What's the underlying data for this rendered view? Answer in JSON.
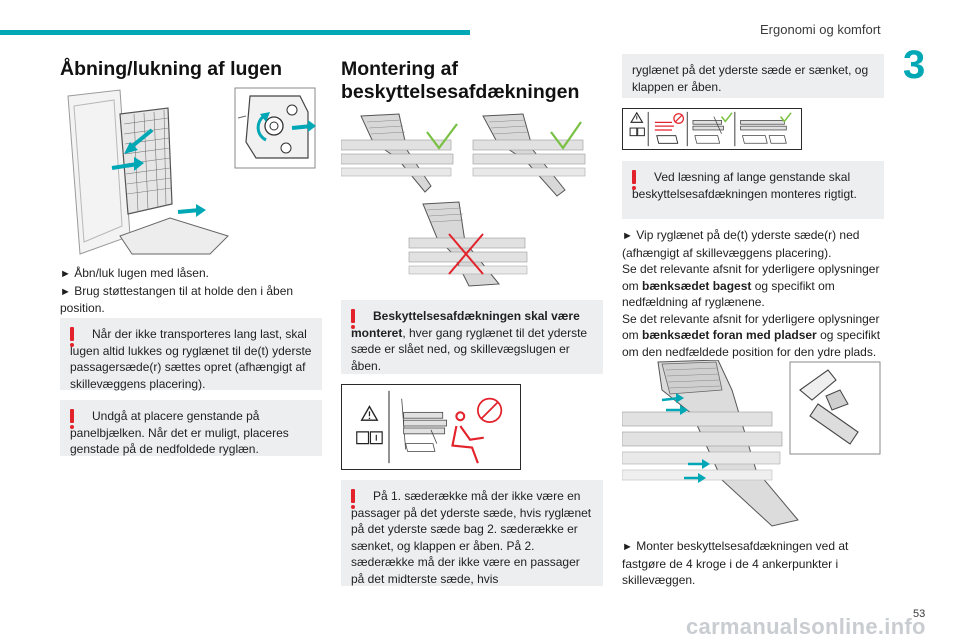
{
  "header": {
    "section_title": "Ergonomi og komfort",
    "chapter_number": "3"
  },
  "col1": {
    "title": "Åbning/lukning af lugen",
    "steps": [
      "Åbn/luk lugen med låsen.",
      "Brug støttestangen til at holde den i åben position."
    ],
    "note1": "Når der ikke transporteres lang last, skal lugen altid lukkes og ryglænet til de(t) yderste passagersæde(r) sættes opret (afhængigt af skillevæggens placering).",
    "note2": "Undgå at placere genstande på panelbjælken. Når det er muligt, placeres genstade på de nedfoldede ryglæn."
  },
  "col2": {
    "title": "Montering af beskyttelsesafdækningen",
    "note1_bold": "Beskyttelsesafdækningen skal være monteret",
    "note1_rest": ", hver gang ryglænet til det yderste sæde er slået ned, og skillevægslugen er åben.",
    "note2": "På 1. sæderække må der ikke være en passager på det yderste sæde, hvis ryglænet på det yderste sæde bag 2. sæderække er sænket, og klappen er åben. På 2. sæderække må der ikke være en passager på det midterste sæde, hvis"
  },
  "col3": {
    "note_continued": "ryglænet på det yderste sæde er sænket, og klappen er åben.",
    "note_warning": "Ved læsning af lange genstande skal beskyttelsesafdækningen monteres rigtigt.",
    "step1": "Vip ryglænet på de(t) yderste sæde(r) ned (afhængigt af skillevæggens placering).",
    "para1_pre": "Se det relevante afsnit for yderligere oplysninger om ",
    "para1_bold": "bænksædet bagest",
    "para1_post": " og specifikt om nedfældning af ryglænene.",
    "para2_pre": "Se det relevante afsnit for yderligere oplysninger om ",
    "para2_bold": "bænksædet foran med pladser",
    "para2_post": " og specifikt om den nedfældede position for den ydre plads.",
    "step2": "Monter beskyttelsesafdækningen ved at fastgøre de 4 kroge i de 4 ankerpunkter i skillevæggen."
  },
  "footer": {
    "page_number": "53",
    "watermark": "carmanualsonline.info"
  },
  "colors": {
    "accent": "#00a7b5",
    "warning": "#e3232c",
    "note_bg": "#eceef0",
    "ok_green": "#7ac143"
  },
  "icons": {
    "bullet": "black-right-pointer",
    "warning": "red-exclamation-icon",
    "check": "green-check-icon",
    "cross": "red-cross-icon",
    "prohibited": "prohibited-icon",
    "triangle_warning": "warning-triangle-icon",
    "manual": "manual-book-icon"
  }
}
